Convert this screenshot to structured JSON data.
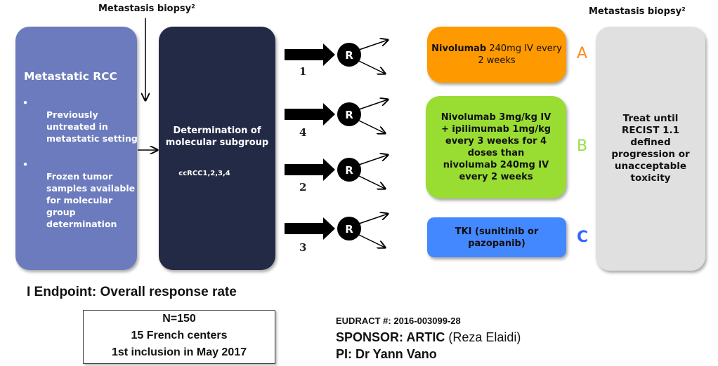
{
  "biopsy_label_left": "Metastasis biopsy²",
  "biopsy_label_right": "Metastasis biopsy²",
  "population": {
    "title": "Metastatic RCC",
    "bullets": [
      "Previously untreated in metastatic setting",
      "Frozen tumor samples available for molecular group determination"
    ]
  },
  "molecular": {
    "title": "Determination of molecular subgroup",
    "subgroups": "ccRCC1,2,3,4"
  },
  "subgroup_numbers": [
    "1",
    "4",
    "2",
    "3"
  ],
  "randomization_label": "R",
  "arms": [
    {
      "letter": "A",
      "drug": "Nivolumab",
      "rest": " 240mg IV every 2 weeks",
      "color": "#ff9900",
      "letter_color": "#ff8a1a"
    },
    {
      "letter": "B",
      "text": "Nivolumab 3mg/kg IV + ipilimumab 1mg/kg every 3 weeks for 4 doses than nivolumab 240mg IV every 2 weeks",
      "color": "#99dd33",
      "letter_color": "#99dd44"
    },
    {
      "letter": "C",
      "text": "TKI (sunitinib or pazopanib)",
      "color": "#4488ff",
      "letter_color": "#3366ff"
    }
  ],
  "treat_until": "Treat until RECIST 1.1 defined progression or unacceptable toxicity",
  "endpoint": "I Endpoint: Overall response rate",
  "study_box": [
    "N=150",
    "15 French centers",
    "1st inclusion in May 2017"
  ],
  "eudract": "EUDRACT #: 2016-003099-28",
  "sponsor": {
    "label": "SPONSOR: ARTIC",
    "name": " (Reza Elaidi)"
  },
  "pi": "PI: Dr Yann Vano"
}
